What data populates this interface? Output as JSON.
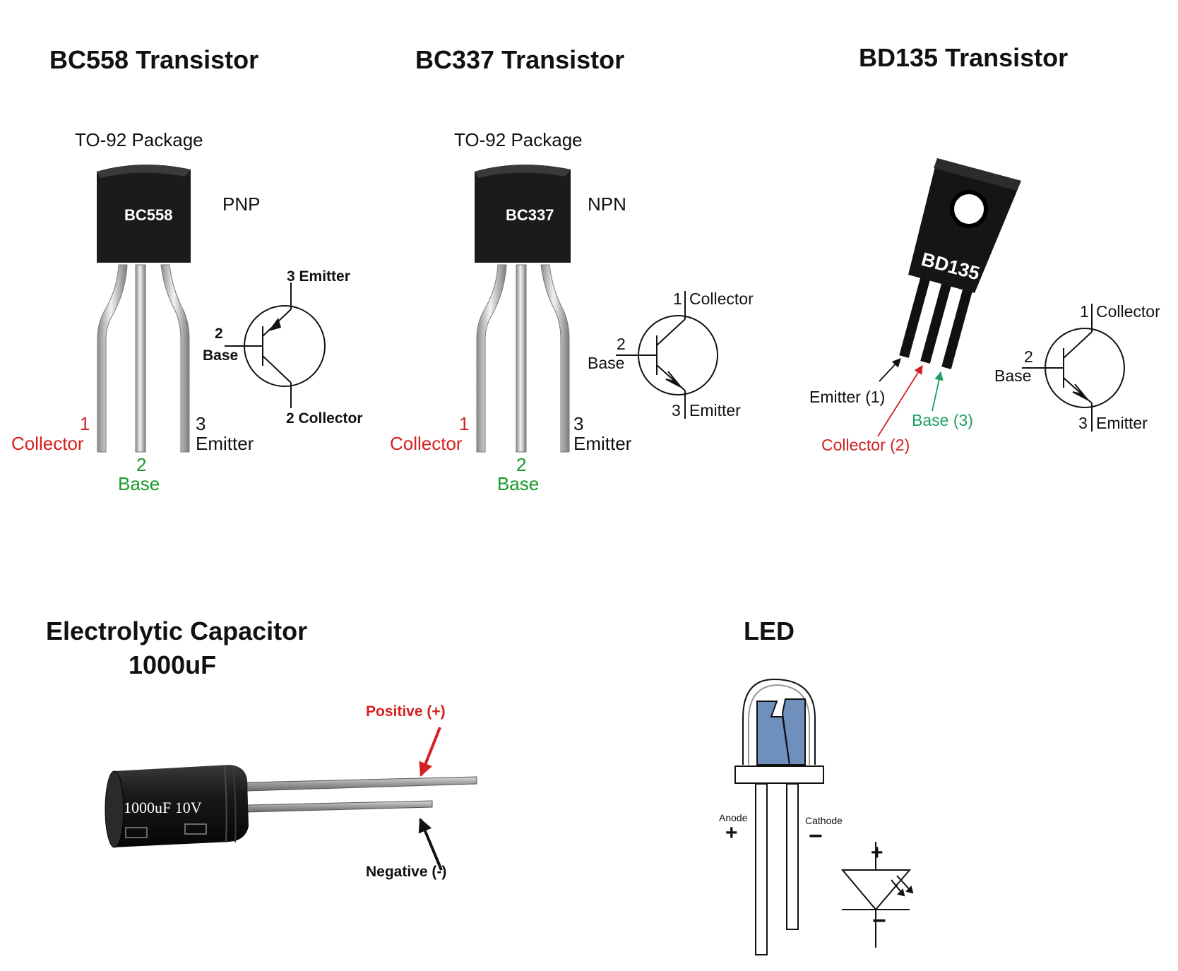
{
  "colors": {
    "red": "#d42020",
    "green": "#1a9a2c",
    "teal": "#1f9e62",
    "black": "#111111",
    "led_blue": "#6f90bd"
  },
  "bc558": {
    "title": "BC558 Transistor",
    "package": "TO-92 Package",
    "type": "PNP",
    "chip_label": "BC558",
    "sym_emitter": "3 Emitter",
    "sym_base_num": "2",
    "sym_base": "Base",
    "sym_collector": "2 Collector",
    "pin1_num": "1",
    "pin1_name": "Collector",
    "pin2_num": "2",
    "pin2_name": "Base",
    "pin3_num": "3",
    "pin3_name": "Emitter"
  },
  "bc337": {
    "title": "BC337 Transistor",
    "package": "TO-92 Package",
    "type": "NPN",
    "chip_label": "BC337",
    "sym_collector_num": "1",
    "sym_collector": "Collector",
    "sym_base_num": "2",
    "sym_base": "Base",
    "sym_emitter_num": "3",
    "sym_emitter": "Emitter",
    "pin1_num": "1",
    "pin1_name": "Collector",
    "pin2_num": "2",
    "pin2_name": "Base",
    "pin3_num": "3",
    "pin3_name": "Emitter"
  },
  "bd135": {
    "title": "BD135 Transistor",
    "chip_label": "BD135",
    "emitter_label": "Emitter (1)",
    "collector_label": "Collector (2)",
    "base_label": "Base (3)",
    "sym_collector_num": "1",
    "sym_collector": "Collector",
    "sym_base_num": "2",
    "sym_base": "Base",
    "sym_emitter_num": "3",
    "sym_emitter": "Emitter"
  },
  "capacitor": {
    "title_line1": "Electrolytic Capacitor",
    "title_line2": "1000uF",
    "body_label": "1000uF 10V",
    "positive_label": "Positive (+)",
    "negative_label": "Negative (-)"
  },
  "led": {
    "title": "LED",
    "anode_label": "Anode",
    "anode_sign": "+",
    "cathode_label": "Cathode",
    "cathode_sign": "−",
    "sym_plus": "+",
    "sym_minus": "−"
  }
}
